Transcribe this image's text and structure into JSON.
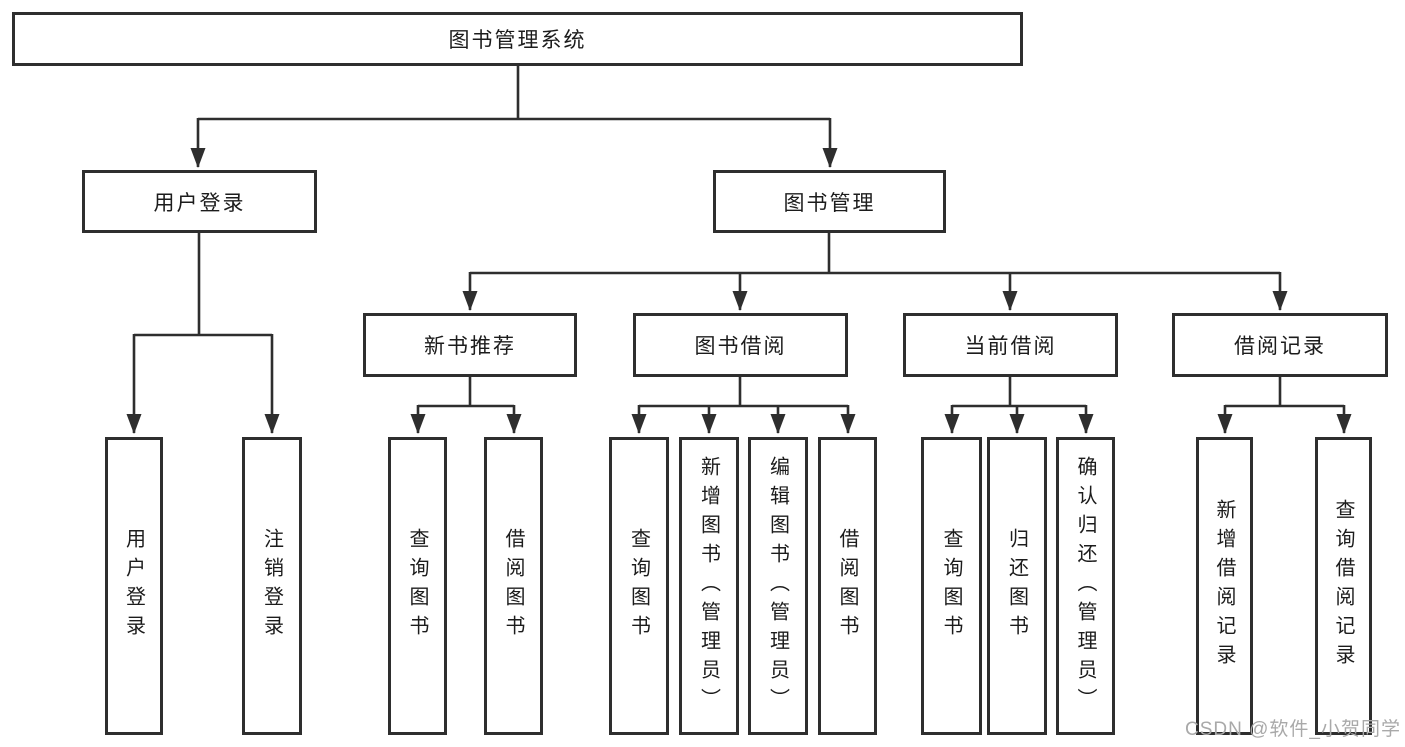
{
  "tree": {
    "root": {
      "label": "图书管理系统"
    },
    "branches": [
      {
        "label": "用户登录",
        "children": [
          {
            "label": "用户登录"
          },
          {
            "label": "注销登录"
          }
        ]
      },
      {
        "label": "图书管理",
        "children": [
          {
            "label": "新书推荐",
            "children": [
              {
                "label": "查询图书"
              },
              {
                "label": "借阅图书"
              }
            ]
          },
          {
            "label": "图书借阅",
            "children": [
              {
                "label": "查询图书"
              },
              {
                "label": "新增图书（管理员）"
              },
              {
                "label": "编辑图书（管理员）"
              },
              {
                "label": "借阅图书"
              }
            ]
          },
          {
            "label": "当前借阅",
            "children": [
              {
                "label": "查询图书"
              },
              {
                "label": "归还图书"
              },
              {
                "label": "确认归还（管理员）"
              }
            ]
          },
          {
            "label": "借阅记录",
            "children": [
              {
                "label": "新增借阅记录"
              },
              {
                "label": "查询借阅记录"
              }
            ]
          }
        ]
      }
    ]
  },
  "watermark": {
    "text": "CSDN @软件_小贺同学"
  },
  "colors": {
    "line": "#2e2e2e",
    "box_border": "#2e2e2e",
    "box_fill": "#ffffff",
    "text": "#1c1c1c",
    "watermark": "#a9a9a9",
    "background": "#ffffff"
  }
}
